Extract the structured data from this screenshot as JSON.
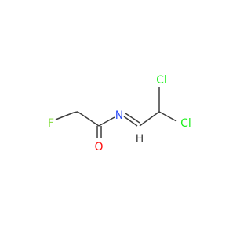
{
  "molecule": {
    "atoms": {
      "fluorine": {
        "symbol": "F",
        "color": "#90E050"
      },
      "oxygen": {
        "symbol": "O",
        "color": "#FF0D0D"
      },
      "nitrogen": {
        "symbol": "N",
        "color": "#3050F8"
      },
      "hydrogen": {
        "symbol": "H",
        "color": "#3C3C3C"
      },
      "chlorine_1": {
        "symbol": "Cl",
        "color": "#1FF01F"
      },
      "chlorine_2": {
        "symbol": "Cl",
        "color": "#1FF01F"
      }
    },
    "bond_color": "#3C3C3C"
  }
}
